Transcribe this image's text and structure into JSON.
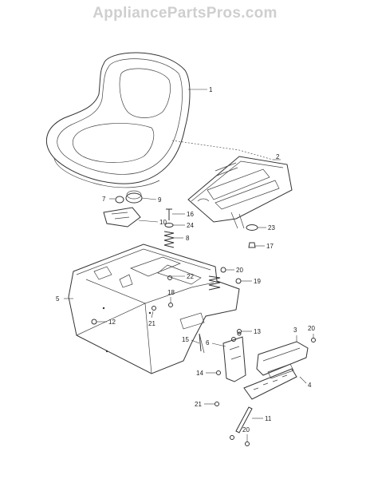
{
  "watermark": "AppliancePartsPros.com",
  "callouts": {
    "c1": "1",
    "c2": "2",
    "c3": "3",
    "c4": "4",
    "c5": "5",
    "c6": "6",
    "c7": "7",
    "c8": "8",
    "c9": "9",
    "c10": "10",
    "c11": "11",
    "c12": "12",
    "c13": "13",
    "c14": "14",
    "c15": "15",
    "c16": "16",
    "c17": "17",
    "c18": "18",
    "c19": "19",
    "c20a": "20",
    "c20b": "20",
    "c20c": "20",
    "c21a": "21",
    "c21b": "21",
    "c22": "22",
    "c23": "23",
    "c24": "24"
  }
}
